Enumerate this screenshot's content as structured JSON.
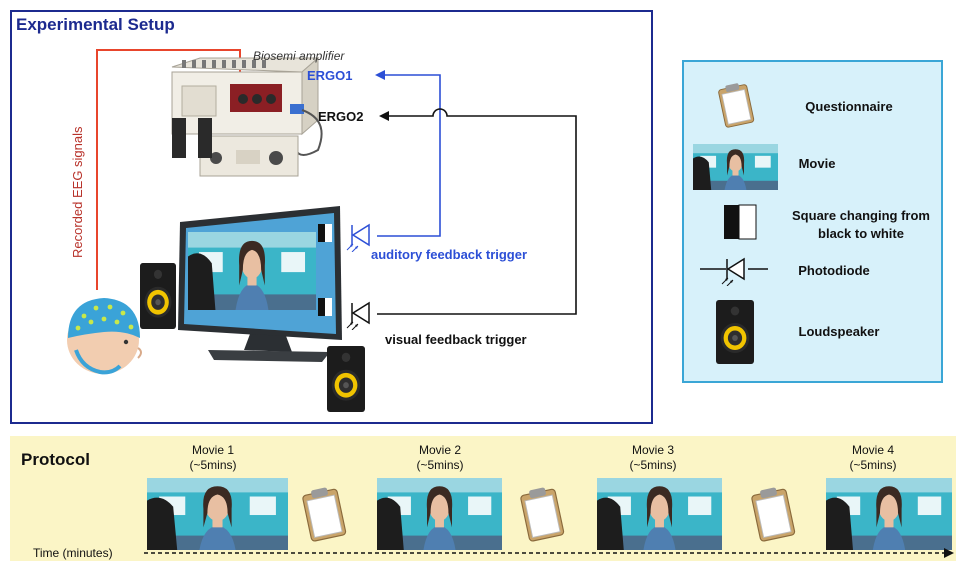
{
  "setup": {
    "title": "Experimental Setup",
    "amplifier_label": "Biosemi amplifier",
    "ergo1": "ERGO1",
    "ergo2": "ERGO2",
    "eeg_label": "Recorded EEG signals",
    "auditory_trigger": "auditory feedback trigger",
    "visual_trigger": "visual feedback trigger"
  },
  "legend": {
    "items": [
      {
        "icon": "clipboard-icon",
        "label": "Questionnaire"
      },
      {
        "icon": "movie-thumbnail-icon",
        "label": "Movie"
      },
      {
        "icon": "black-white-square-icon",
        "label": "Square changing from black to white"
      },
      {
        "icon": "photodiode-icon",
        "label": "Photodiode"
      },
      {
        "icon": "loudspeaker-icon",
        "label": "Loudspeaker"
      }
    ]
  },
  "protocol": {
    "title": "Protocol",
    "time_label": "Time (minutes)",
    "movies": [
      {
        "title": "Movie 1",
        "duration": "(~5mins)"
      },
      {
        "title": "Movie 2",
        "duration": "(~5mins)"
      },
      {
        "title": "Movie 3",
        "duration": "(~5mins)"
      },
      {
        "title": "Movie 4",
        "duration": "(~5mins)"
      }
    ]
  },
  "colors": {
    "setup_border": "#1c2a8f",
    "eeg_wire": "#e8452c",
    "ergo1_wire": "#2c4fd6",
    "ergo2_wire": "#111111",
    "legend_bg": "#d7f1fa",
    "protocol_bg": "#fbf5c6"
  }
}
